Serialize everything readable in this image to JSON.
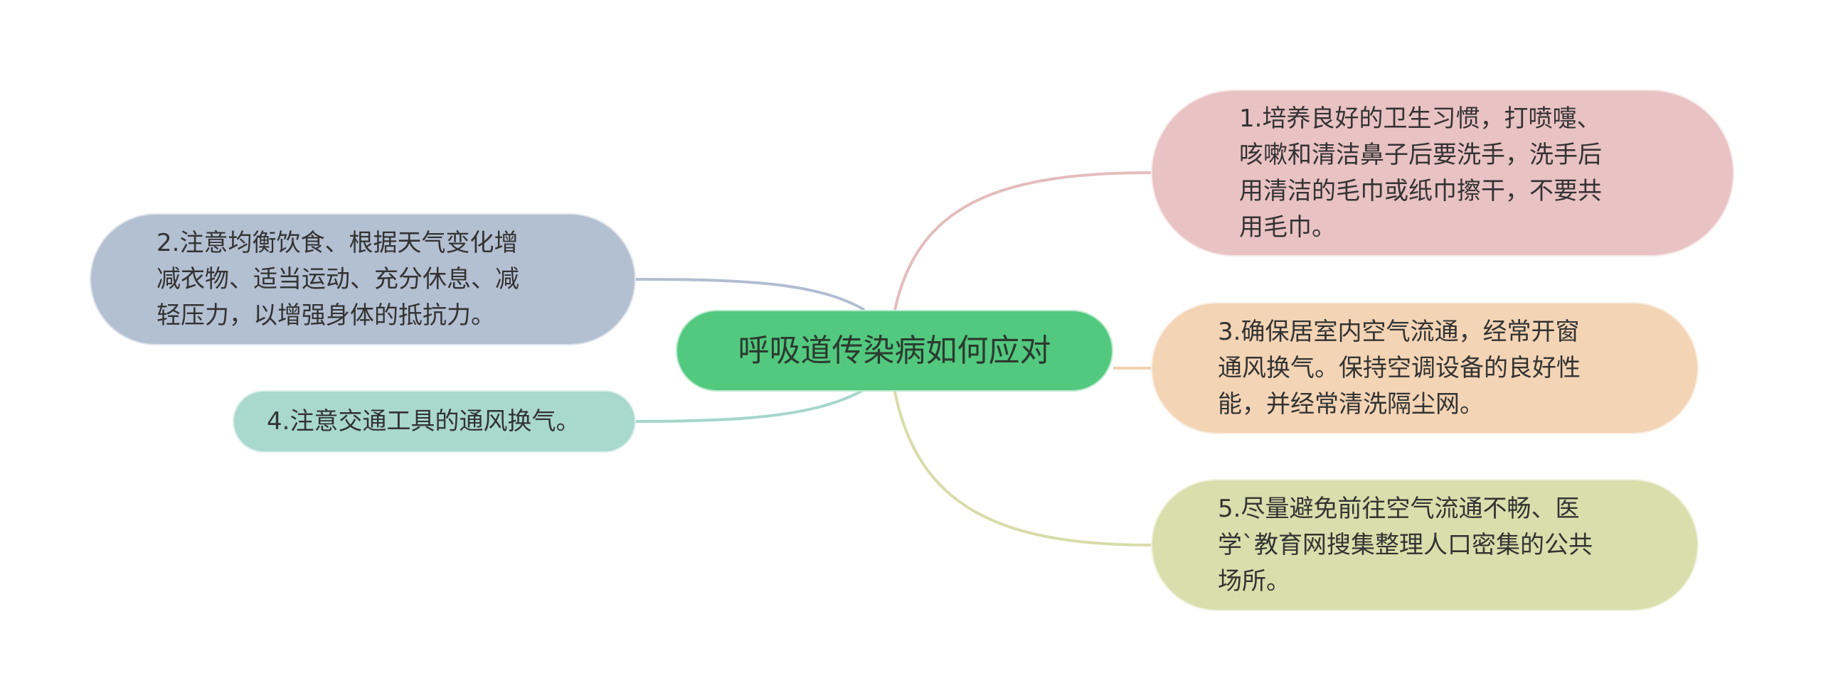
{
  "root": {
    "label": "呼吸道传染病如何应对",
    "color": "#52c97f"
  },
  "branches": [
    {
      "id": "n1",
      "text": "1.培养良好的卫生习惯，打喷嚏、\n咳嗽和清洁鼻子后要洗手，洗手后\n用清洁的毛巾或纸巾擦干，不要共\n用毛巾。",
      "fill": "#e9c2c3",
      "line": "#e4bcbc"
    },
    {
      "id": "n2",
      "text": "2.注意均衡饮食、根据天气变化增\n减衣物、适当运动、充分休息、减\n轻压力，以增强身体的抵抗力。",
      "fill": "#b3c0d2",
      "line": "#b1bdd0"
    },
    {
      "id": "n3",
      "text": "3.确保居室内空气流通，经常开窗\n通风换气。保持空调设备的良好性\n能，并经常清洗隔尘网。",
      "fill": "#f3d4b5",
      "line": "#f1d1b1"
    },
    {
      "id": "n4",
      "text": "4.注意交通工具的通风换气。",
      "fill": "#a9d8cc",
      "line": "#a6d6ca"
    },
    {
      "id": "n5",
      "text": "5.尽量避免前往空气流通不畅、医\n学`教育网搜集整理人口密集的公共\n场所。",
      "fill": "#d9dfac",
      "line": "#d7dca9"
    }
  ]
}
